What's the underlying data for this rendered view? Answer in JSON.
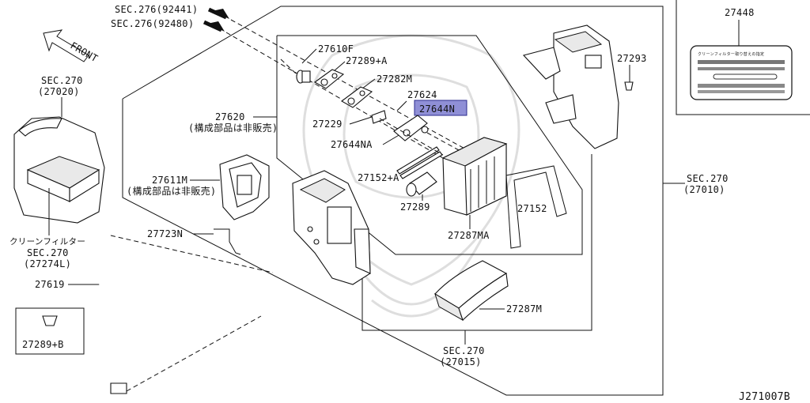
{
  "diagram": {
    "drawing_code": "J271007B",
    "highlighted_part": "27644N",
    "colors": {
      "highlight": "#8f8fd6",
      "line": "#111111"
    },
    "labels": {
      "sec276_92441": "SEC.276(92441)",
      "sec276_92480": "SEC.276(92480)",
      "front": "FRONT",
      "sec270_27020_a": "SEC.270",
      "sec270_27020_b": "(27020)",
      "p27610F": "27610F",
      "p27289A": "27289+A",
      "p27282M": "27282M",
      "p27624": "27624",
      "p27644N": "27644N",
      "p27229": "27229",
      "p27644NA": "27644NA",
      "p27620": "27620",
      "p27620_note": "(構成部品は非販売)",
      "p27611M": "27611M",
      "p27611M_note": "(構成部品は非販売)",
      "p27152A": "27152+A",
      "p27289": "27289",
      "p27152": "27152",
      "p27287MA": "27287MA",
      "p27723N": "27723N",
      "filter_a": "クリーンフィルター",
      "filter_b": "SEC.270",
      "filter_c": "(27274L)",
      "p27619": "27619",
      "p27289B": "27289+B",
      "p27287M": "27287M",
      "sec270_27015_a": "SEC.270",
      "sec270_27015_b": "(27015)",
      "sec270_27010_a": "SEC.270",
      "sec270_27010_b": "(27010)",
      "p27293": "27293",
      "p27448": "27448",
      "label_plate_text": "クリーンフィルター取り替えの指定",
      "drawing_code": "J271007B"
    }
  }
}
